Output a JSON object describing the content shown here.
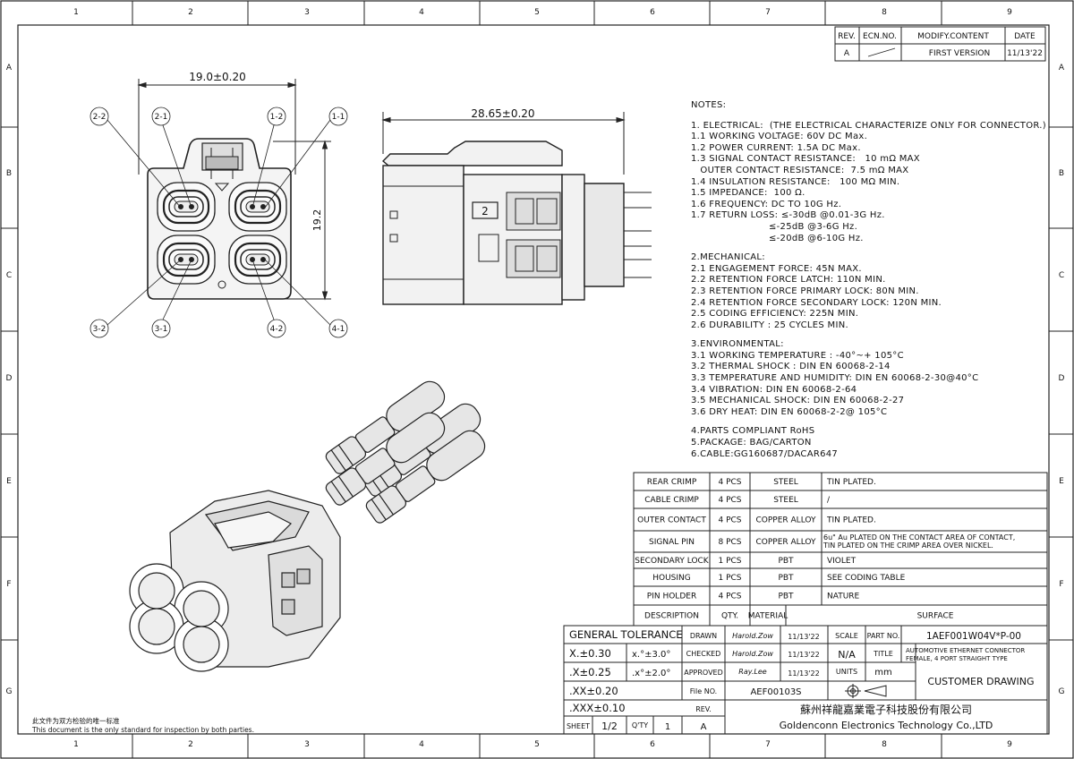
{
  "zones": {
    "columns": [
      "1",
      "2",
      "3",
      "4",
      "5",
      "6",
      "7",
      "8",
      "9"
    ],
    "rows": [
      "A",
      "B",
      "C",
      "D",
      "E",
      "F",
      "G"
    ]
  },
  "revision_table": {
    "headers": [
      "REV.",
      "ECN.NO.",
      "MODIFY.CONTENT",
      "DATE"
    ],
    "rows": [
      [
        "A",
        "",
        "FIRST VERSION",
        "11/13'22"
      ]
    ]
  },
  "front_view": {
    "width_dim": "19.0±0.20",
    "height_dim": "19.2",
    "pin_labels": [
      "2-2",
      "2-1",
      "1-2",
      "1-1",
      "3-2",
      "3-1",
      "4-2",
      "4-1"
    ]
  },
  "side_view": {
    "length_dim": "28.65±0.20",
    "port_number": "2"
  },
  "notes": {
    "heading": "NOTES:",
    "lines": [
      "1. ELECTRICAL:  (THE ELECTRICAL CHARACTERIZE ONLY FOR CONNECTOR.)",
      "1.1 WORKING VOLTAGE: 60V DC Max.",
      "1.2 POWER CURRENT: 1.5A DC Max.",
      "1.3 SIGNAL CONTACT RESISTANCE:   10 mΩ MAX",
      "   OUTER CONTACT RESISTANCE:  7.5 mΩ MAX",
      "1.4 INSULATION RESISTANCE:   100 MΩ MIN.",
      "1.5 IMPEDANCE:  100 Ω.",
      "1.6 FREQUENCY: DC TO 10G Hz.",
      "1.7 RETURN LOSS: ≤-30dB @0.01-3G Hz.",
      "                         ≤-25dB @3-6G Hz.",
      "                         ≤-20dB @6-10G Hz.",
      "",
      "2.MECHANICAL:",
      "2.1 ENGAGEMENT FORCE: 45N MAX.",
      "2.2 RETENTION FORCE LATCH: 110N MIN.",
      "2.3 RETENTION FORCE PRIMARY LOCK: 80N MIN.",
      "2.4 RETENTION FORCE SECONDARY LOCK: 120N MIN.",
      "2.5 CODING EFFICIENCY: 225N MIN.",
      "2.6 DURABILITY : 25 CYCLES MIN.",
      "",
      "3.ENVIRONMENTAL:",
      "3.1 WORKING TEMPERATURE : -40°~+ 105°C",
      "3.2 THERMAL SHOCK : DIN EN 60068-2-14",
      "3.3 TEMPERATURE AND HUMIDITY: DIN EN 60068-2-30@40°C",
      "3.4 VIBRATION: DIN EN 60068-2-64",
      "3.5 MECHANICAL SHOCK: DIN EN 60068-2-27",
      "3.6 DRY HEAT: DIN EN 60068-2-2@ 105°C",
      "",
      "4.PARTS COMPLIANT RoHS",
      "5.PACKAGE: BAG/CARTON",
      "6.CABLE:GG160687/DACAR647"
    ]
  },
  "bom": {
    "headers": [
      "DESCRIPTION",
      "QTY.",
      "MATERIAL",
      "SURFACE"
    ],
    "rows": [
      [
        "REAR CRIMP",
        "4 PCS",
        "STEEL",
        "TIN PLATED."
      ],
      [
        "CABLE CRIMP",
        "4 PCS",
        "STEEL",
        "/"
      ],
      [
        "OUTER CONTACT",
        "4 PCS",
        "COPPER ALLOY",
        "TIN PLATED."
      ],
      [
        "SIGNAL PIN",
        "8 PCS",
        "COPPER ALLOY",
        "6u\" Au PLATED ON THE CONTACT AREA OF CONTACT,\nTIN PLATED ON THE CRIMP AREA OVER NICKEL."
      ],
      [
        "SECONDARY LOCK",
        "1 PCS",
        "PBT",
        "VIOLET"
      ],
      [
        "HOUSING",
        "1 PCS",
        "PBT",
        "SEE CODING TABLE"
      ],
      [
        "PIN HOLDER",
        "4 PCS",
        "PBT",
        "NATURE"
      ]
    ]
  },
  "title_block": {
    "general_tolerance": "GENERAL TOLERANCE",
    "tolerances": [
      "X.±0.30",
      "x.°±3.0°",
      ".X±0.25",
      ".x°±2.0°",
      ".XX±0.20",
      ".XXX±0.10"
    ],
    "drawn_label": "DRAWN",
    "drawn_by": "Harold.Zow",
    "drawn_date": "11/13'22",
    "checked_label": "CHECKED",
    "checked_by": "Harold.Zow",
    "checked_date": "11/13'22",
    "approved_label": "APPROVED",
    "approved_by": "Ray.Lee",
    "approved_date": "11/13'22",
    "scale_label": "SCALE",
    "scale": "N/A",
    "units_label": "UNITS",
    "units": "mm",
    "part_no_label": "PART NO.",
    "part_no": "1AEF001W04V*P-00",
    "title_label": "TITLE",
    "title_line1": "AUTOMOTIVE ETHERNET CONNECTOR",
    "title_line2": "FEMALE, 4 PORT STRAIGHT TYPE",
    "file_no_label": "File NO.",
    "file_no": "AEF00103S",
    "rev_label": "REV.",
    "rev": "A",
    "customer_drawing": "CUSTOMER DRAWING",
    "sheet_label": "SHEET",
    "sheet": "1/2",
    "qty_label": "Q'TY",
    "qty": "1",
    "company_cn": "蘇州祥龍嘉業電子科技股份有限公司",
    "company_en": "Goldenconn Electronics Technology Co.,LTD"
  },
  "footer": {
    "cn": "此文件为双方检验的唯一标准",
    "en": "This document is the only standard for inspection by both parties."
  }
}
